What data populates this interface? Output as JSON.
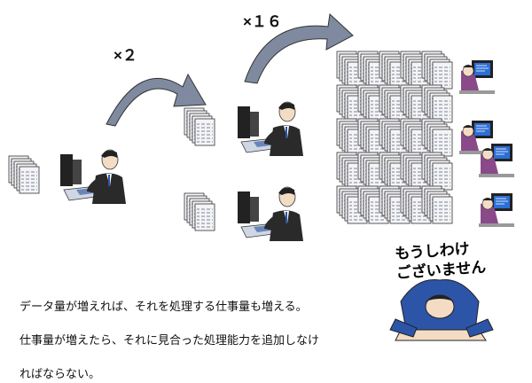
{
  "labels": {
    "multiplier_small": "×２",
    "multiplier_large": "×１６"
  },
  "caption": {
    "line1": "データ量が増えれば、それを処理する仕事量も増える。",
    "line2": "仕事量が増えたら、それに見合った処理能力を追加しなけ",
    "line3": "ればならない。"
  },
  "apology": {
    "line1": "もうしわけ",
    "line2": "ございません"
  },
  "colors": {
    "arrow_fill": "#7f8aa0",
    "paper": "#f4f4f6",
    "paper_line": "#5a6680",
    "suit": "#2a2a2a",
    "shirt": "#8a4a8a",
    "screen_blue": "#2c6fd6"
  }
}
